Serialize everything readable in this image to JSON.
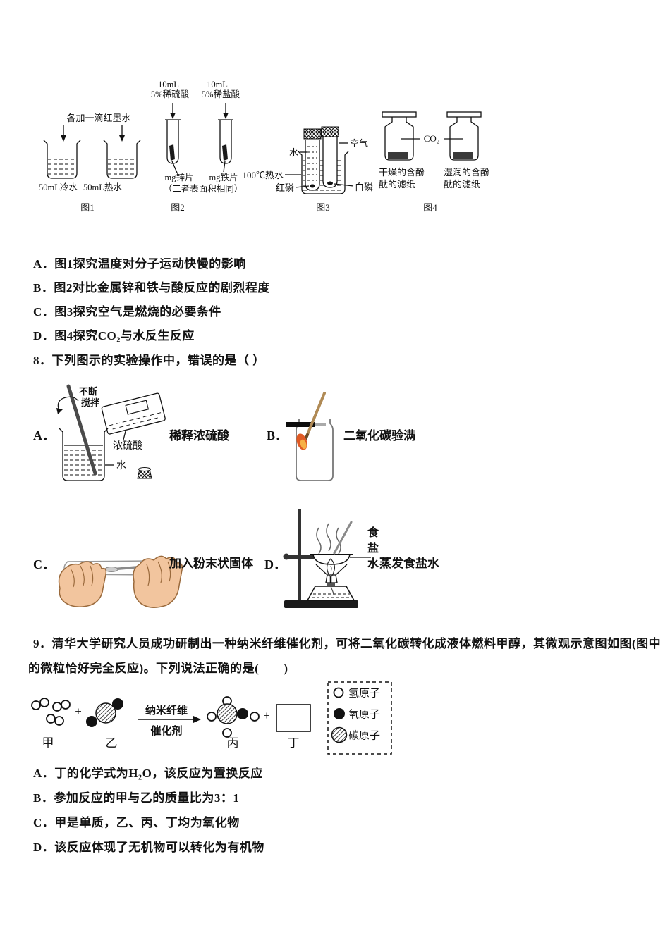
{
  "colors": {
    "ink": "#111111",
    "splint_wood": "#b08a55",
    "flame_outer": "#e05a24",
    "flame_inner": "#f6b045",
    "skin": "#f2c59e",
    "skin_outline": "#9a6a3c",
    "dark_fill": "#1a1a1a"
  },
  "q7": {
    "fig1": {
      "top_label": "各加一滴红墨水",
      "beaker1_label": "50mL冷水",
      "beaker2_label": "50mL热水",
      "caption": "图1"
    },
    "fig2": {
      "vol1": "10mL",
      "acid1": "5%稀硫酸",
      "vol2": "10mL",
      "acid2": "5%稀盐酸",
      "metal1": "mg锌片",
      "metal2": "mg铁片",
      "note": "（二者表面积相同）",
      "caption": "图2"
    },
    "fig3": {
      "water": "水",
      "hot_water": "100℃热水",
      "red_p": "红磷",
      "air": "空气",
      "white_p": "白磷",
      "caption": "图3"
    },
    "fig4": {
      "gas": "CO₂",
      "left_label1": "干燥的含酚",
      "left_label2": "酞的滤纸",
      "right_label1": "湿润的含酚",
      "right_label2": "酞的滤纸",
      "caption": "图4"
    },
    "options": [
      "A．图1探究温度对分子运动快慢的影响",
      "B．图2对比金属锌和铁与酸反应的剧烈程度",
      "C．图3探究空气是燃烧的必要条件",
      "D．图4探究CO₂与水反生反应"
    ]
  },
  "q8": {
    "stem": "8．下列图示的实验操作中，错误的是（ ）",
    "a_letter": "A．",
    "a_label": "稀释浓硫酸",
    "a_stir1": "不断",
    "a_stir2": "搅拌",
    "a_acid": "浓硫酸",
    "a_water": "水",
    "b_letter": "B．",
    "b_label": "二氧化碳验满",
    "c_letter": "C．",
    "c_label": "加入粉末状固体",
    "d_letter": "D．",
    "d_label": "蒸发食盐水",
    "d_salt": "食盐水"
  },
  "q9": {
    "stem1": "9．清华大学研究人员成功研制出一种纳米纤维催化剂，可将二氧化碳转化成液体燃料甲醇，其微观示意图如图(图中",
    "stem2": "的微粒恰好完全反应)。下列说法正确的是(　　)",
    "jia": "甲",
    "yi": "乙",
    "bing": "丙",
    "ding": "丁",
    "plus1": "+",
    "plus2": "+",
    "arrow_top": "纳米纤维",
    "arrow_bottom": "催化剂",
    "legend": [
      "氢原子",
      "氧原子",
      "碳原子"
    ],
    "options": [
      "A．丁的化学式为H₂O，该反应为置换反应",
      "B．参加反应的甲与乙的质量比为3：1",
      "C．甲是单质，乙、丙、丁均为氧化物",
      "D．该反应体现了无机物可以转化为有机物"
    ]
  }
}
